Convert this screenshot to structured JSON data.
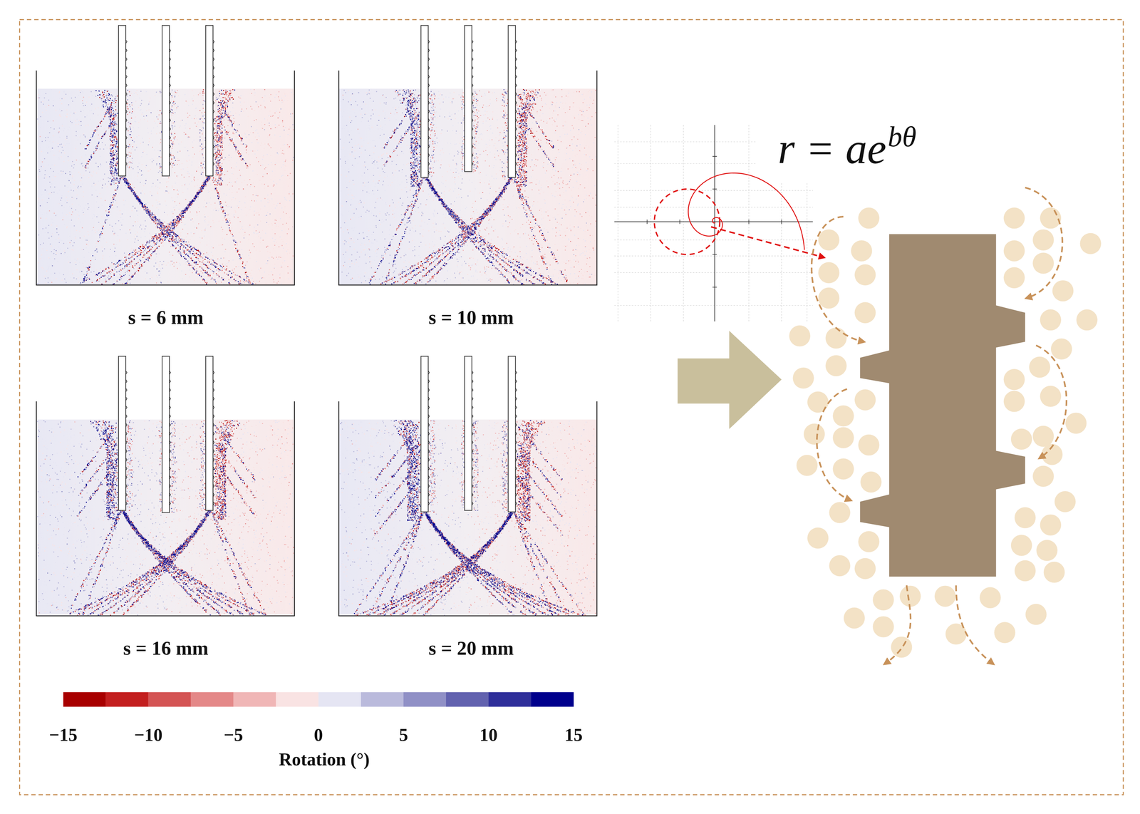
{
  "diagram": {
    "labels": [
      "s = 6 mm",
      "s = 10 mm",
      "s = 16 mm",
      "s = 20 mm",
      "−15",
      "−10",
      "−5",
      "0",
      "5",
      "10",
      "15",
      "Rotation (°)",
      "r = ae",
      "bθ"
    ]
  }
}
